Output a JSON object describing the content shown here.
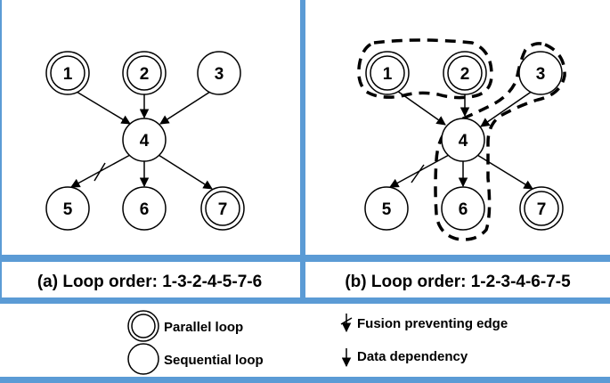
{
  "panel_a": {
    "caption_prefix": "(a)",
    "caption_text": "Loop order: 1-3-2-4-5-7-6",
    "nodes": [
      "1",
      "2",
      "3",
      "4",
      "5",
      "6",
      "7"
    ]
  },
  "panel_b": {
    "caption_prefix": "(b)",
    "caption_text": "Loop order: 1-2-3-4-6-7-5",
    "nodes": [
      "1",
      "2",
      "3",
      "4",
      "5",
      "6",
      "7"
    ]
  },
  "legend": {
    "parallel_loop": "Parallel loop",
    "sequential_loop": "Sequential loop",
    "fusion_preventing_edge": "Fusion preventing edge",
    "data_dependency": "Data dependency"
  },
  "colors": {
    "divider": "#5b9bd5",
    "stroke": "#000000"
  }
}
